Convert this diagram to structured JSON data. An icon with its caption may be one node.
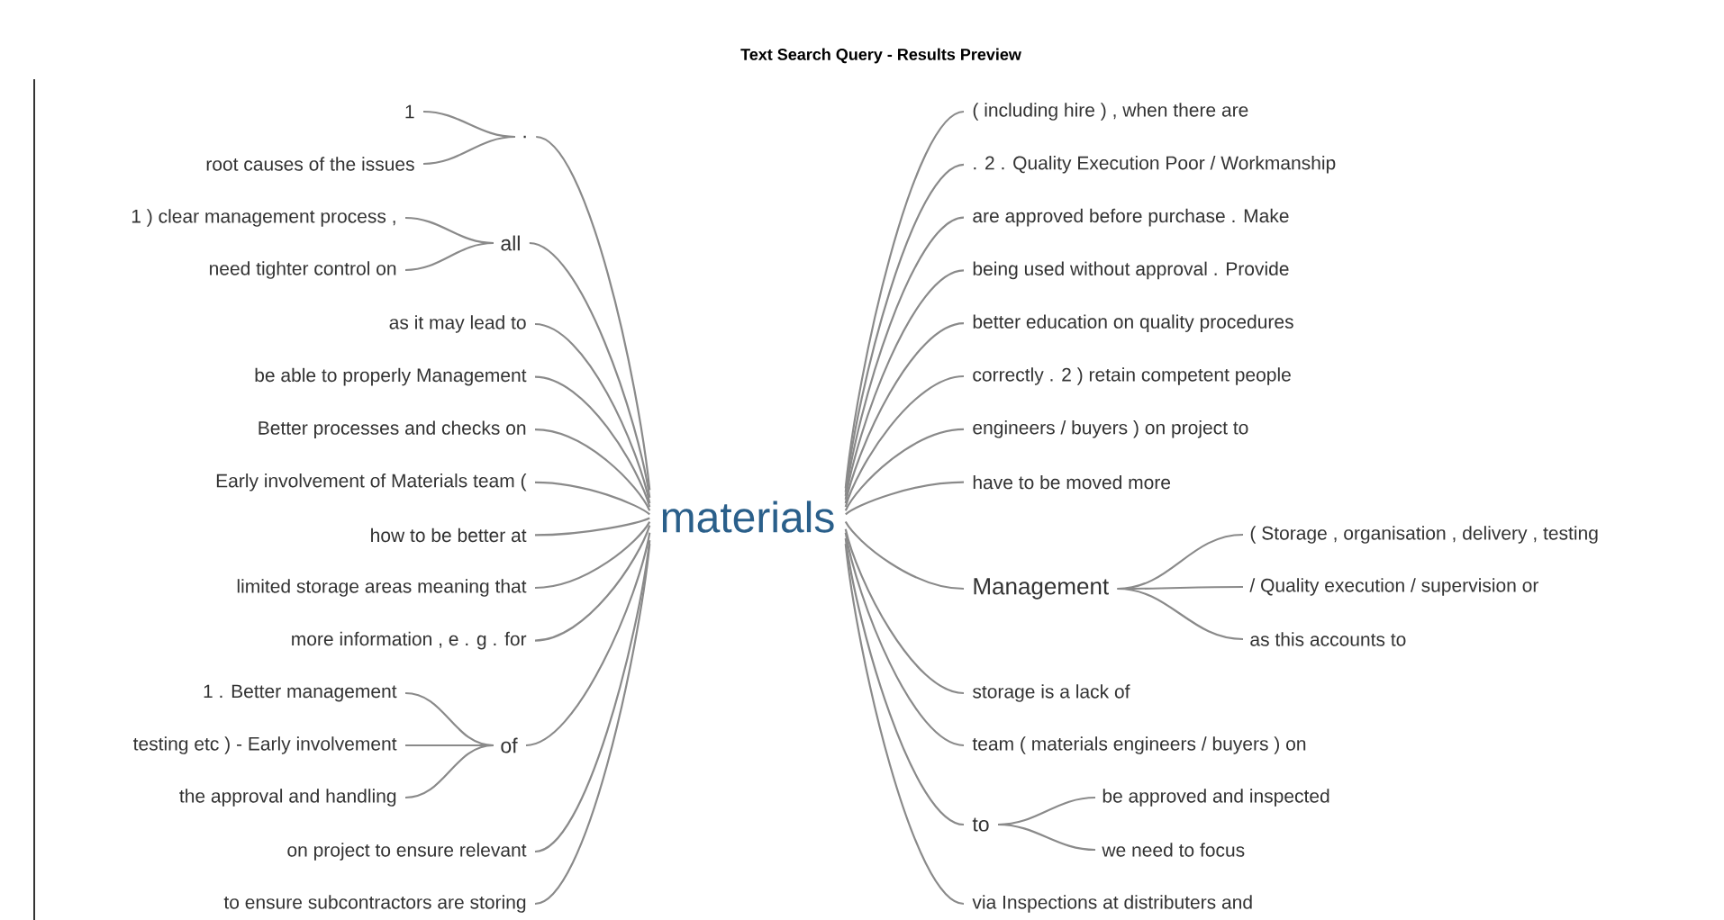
{
  "diagram": {
    "title": "Text Search Query - Results Preview",
    "nodes": [
      {
        "text": [
          "1"
        ]
      },
      {
        "text": [
          "root causes of the issues"
        ]
      },
      {
        "text": [
          "."
        ]
      },
      {
        "text": [
          "1 ) clear management process ,"
        ]
      },
      {
        "text": [
          "need tighter control on"
        ]
      },
      {
        "text": [
          "all"
        ]
      },
      {
        "text": [
          "as it may lead to"
        ]
      },
      {
        "text": [
          "be able to properly Management"
        ]
      },
      {
        "text": [
          "Better processes and checks on"
        ]
      },
      {
        "text": [
          "Early involvement of Materials team ("
        ]
      },
      {
        "text": [
          "how to be better at"
        ]
      },
      {
        "text": [
          "limited storage areas meaning that"
        ]
      },
      {
        "text": [
          "more information , e . g . for"
        ]
      },
      {
        "text": [
          "1 . Better management"
        ]
      },
      {
        "text": [
          "testing etc ) - Early involvement"
        ]
      },
      {
        "text": [
          "the approval and handling"
        ]
      },
      {
        "text": [
          "of"
        ]
      },
      {
        "text": [
          "on project to ensure relevant"
        ]
      },
      {
        "text": [
          "to ensure subcontractors are storing"
        ]
      },
      {
        "text": [
          "materials"
        ]
      },
      {
        "text": [
          "( including hire ) , when there are"
        ]
      },
      {
        "text": [
          ". 2 . Quality Execution Poor / Workmanship"
        ]
      },
      {
        "text": [
          "are approved before purchase . Make"
        ]
      },
      {
        "text": [
          "being used without approval . Provide"
        ]
      },
      {
        "text": [
          "better education on quality procedures"
        ]
      },
      {
        "text": [
          "correctly . 2 ) retain competent people"
        ]
      },
      {
        "text": [
          "engineers / buyers ) on project to"
        ]
      },
      {
        "text": [
          "have to be moved more"
        ]
      },
      {
        "text": [
          "Management"
        ]
      },
      {
        "text": [
          "( Storage , organisation , delivery , testing"
        ]
      },
      {
        "text": [
          "/ Quality execution / supervision or"
        ]
      },
      {
        "text": [
          "as this accounts to"
        ]
      },
      {
        "text": [
          "storage is a lack of"
        ]
      },
      {
        "text": [
          "team ( materials engineers / buyers ) on"
        ]
      },
      {
        "text": [
          "to"
        ]
      },
      {
        "text": [
          "be approved and inspected"
        ]
      },
      {
        "text": [
          "we need to focus"
        ]
      },
      {
        "text": [
          "via Inspections at distributers and"
        ]
      }
    ],
    "edges": [
      {
        "from": 0,
        "to": 2,
        "arrow": "none"
      },
      {
        "from": 1,
        "to": 2,
        "arrow": "none"
      },
      {
        "from": 3,
        "to": 5,
        "arrow": "none"
      },
      {
        "from": 4,
        "to": 5,
        "arrow": "none"
      },
      {
        "from": 2,
        "to": 19,
        "arrow": "none"
      },
      {
        "from": 5,
        "to": 19,
        "arrow": "none"
      },
      {
        "from": 6,
        "to": 19,
        "arrow": "none"
      },
      {
        "from": 7,
        "to": 19,
        "arrow": "none"
      },
      {
        "from": 8,
        "to": 19,
        "arrow": "none"
      },
      {
        "from": 9,
        "to": 19,
        "arrow": "none"
      },
      {
        "from": 10,
        "to": 19,
        "arrow": "none"
      },
      {
        "from": 11,
        "to": 19,
        "arrow": "none"
      },
      {
        "from": 12,
        "to": 19,
        "arrow": "none"
      },
      {
        "from": 13,
        "to": 16,
        "arrow": "none"
      },
      {
        "from": 14,
        "to": 16,
        "arrow": "none"
      },
      {
        "from": 15,
        "to": 16,
        "arrow": "none"
      },
      {
        "from": 16,
        "to": 19,
        "arrow": "none"
      },
      {
        "from": 17,
        "to": 19,
        "arrow": "none"
      },
      {
        "from": 18,
        "to": 19,
        "arrow": "none"
      },
      {
        "from": 19,
        "to": 20,
        "arrow": "none"
      },
      {
        "from": 19,
        "to": 21,
        "arrow": "none"
      },
      {
        "from": 19,
        "to": 22,
        "arrow": "none"
      },
      {
        "from": 19,
        "to": 23,
        "arrow": "none"
      },
      {
        "from": 19,
        "to": 24,
        "arrow": "none"
      },
      {
        "from": 19,
        "to": 25,
        "arrow": "none"
      },
      {
        "from": 19,
        "to": 26,
        "arrow": "none"
      },
      {
        "from": 19,
        "to": 27,
        "arrow": "none"
      },
      {
        "from": 19,
        "to": 28,
        "arrow": "none"
      },
      {
        "from": 28,
        "to": 29,
        "arrow": "none"
      },
      {
        "from": 28,
        "to": 30,
        "arrow": "none"
      },
      {
        "from": 28,
        "to": 31,
        "arrow": "none"
      },
      {
        "from": 19,
        "to": 32,
        "arrow": "none"
      },
      {
        "from": 19,
        "to": 33,
        "arrow": "none"
      },
      {
        "from": 19,
        "to": 34,
        "arrow": "none"
      },
      {
        "from": 34,
        "to": 35,
        "arrow": "none"
      },
      {
        "from": 34,
        "to": 36,
        "arrow": "none"
      },
      {
        "from": 19,
        "to": 37,
        "arrow": "none"
      }
    ]
  }
}
